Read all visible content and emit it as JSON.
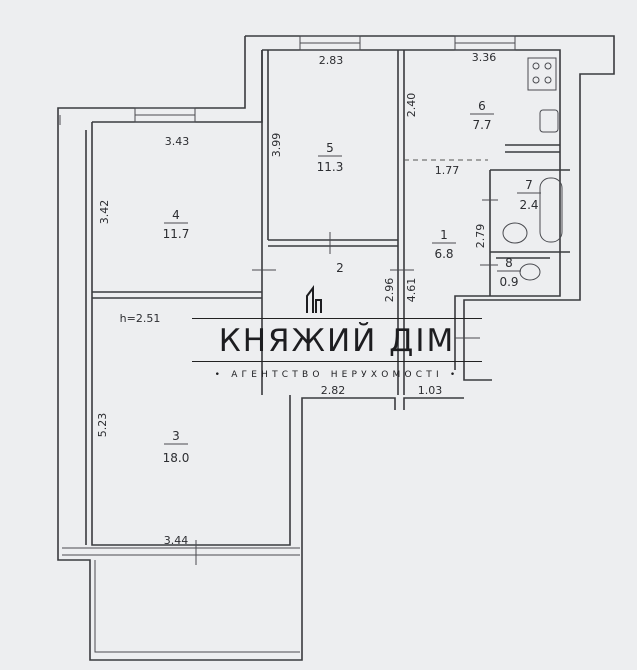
{
  "plan": {
    "rooms": [
      {
        "id": "5",
        "number": "5",
        "area": "11.3"
      },
      {
        "id": "6",
        "number": "6",
        "area": "7.7"
      },
      {
        "id": "4",
        "number": "4",
        "area": "11.7"
      },
      {
        "id": "1",
        "number": "1",
        "area": "6.8"
      },
      {
        "id": "7",
        "number": "7",
        "area": "2.4"
      },
      {
        "id": "8",
        "number": "8",
        "area": "0.9"
      },
      {
        "id": "2",
        "number": "2",
        "area": ""
      },
      {
        "id": "3",
        "number": "3",
        "area": "18.0"
      }
    ],
    "dimensions": {
      "room5_width": "2.83",
      "room5_height": "3.99",
      "room6_width": "3.36",
      "room6_height": "2.40",
      "room4_width": "3.43",
      "room4_height": "3.42",
      "room1_width": "1.77",
      "room1_height": "2.79",
      "room2_height": "2.96",
      "corridor_length": "4.61",
      "room2_width": "2.82",
      "corridor_width": "1.03",
      "room3_height": "5.23",
      "room3_width": "3.44",
      "ceiling_height": "h=2.51"
    }
  },
  "watermark": {
    "brand": "КНЯЖИЙ ДІМ",
    "tagline": "• АГЕНТСТВО НЕРУХОМОСТІ •"
  }
}
